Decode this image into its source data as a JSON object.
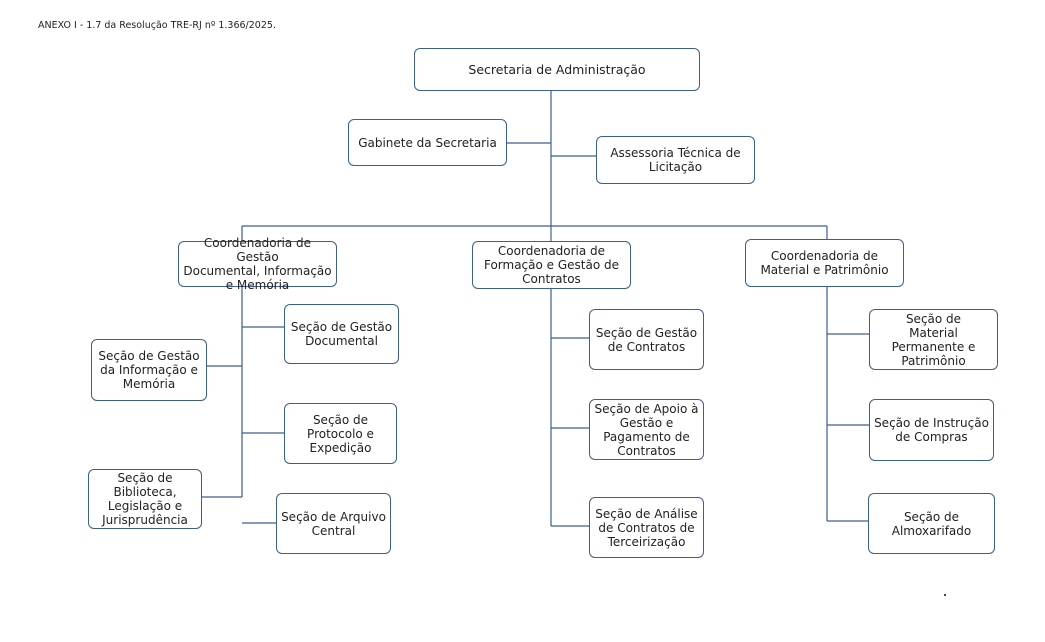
{
  "header": "ANEXO I - 1.7 da Resolução TRE-RJ nº 1.366/2025.",
  "nodes": {
    "root": "Secretaria de Administração",
    "gabinete": "Gabinete da Secretaria",
    "assessoria": "Assessoria Técnica de\nLicitação",
    "coord_gestao_doc": "Coordenadoria de Gestão\nDocumental, Informação\ne Memória",
    "coord_formacao": "Coordenadoria de\nFormação e Gestão de\nContratos",
    "coord_material": "Coordenadoria de\nMaterial e Patrimônio",
    "secao_gestao_info": "Seção de Gestão\nda Informação e\nMemória",
    "secao_biblioteca": "Seção de\nBiblioteca,\nLegislação e\nJurisprudência",
    "secao_gestao_doc": "Seção de Gestão\nDocumental",
    "secao_protocolo": "Seção de\nProtocolo e\nExpedição",
    "secao_arquivo": "Seção de Arquivo\nCentral",
    "secao_gestao_contratos": "Seção de Gestão\nde Contratos",
    "secao_apoio": "Seção de Apoio à\nGestão e\nPagamento de\nContratos",
    "secao_analise": "Seção de Análise\nde Contratos de\nTerceirização",
    "secao_material_perm": "Seção de\nMaterial\nPermanente  e\nPatrimônio",
    "secao_instrucao": "Seção de Instrução\nde Compras",
    "secao_almox": "Seção de\nAlmoxarifado"
  },
  "colors": {
    "border": "#3b5f8f",
    "line": "#3b5f8f"
  }
}
